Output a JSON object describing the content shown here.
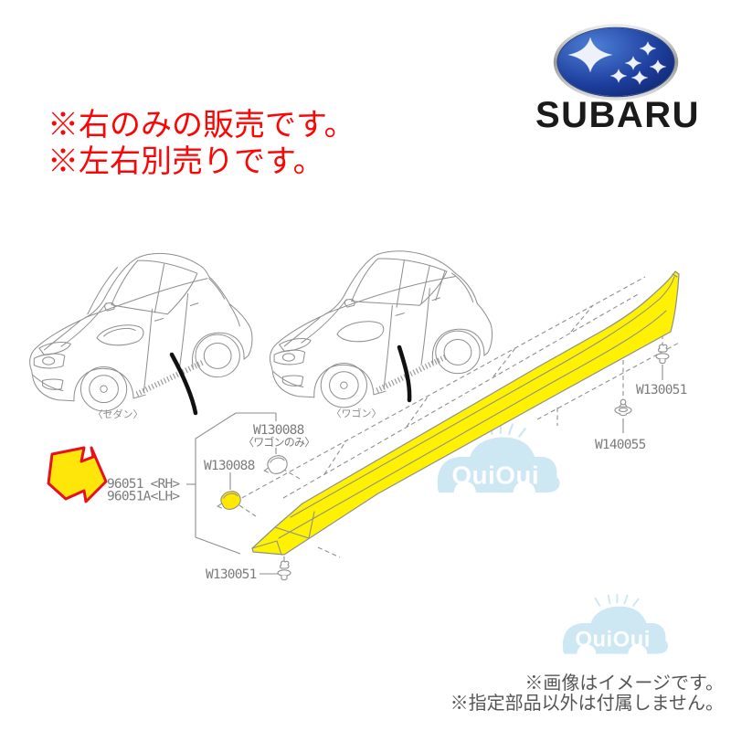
{
  "notice": {
    "line1": "※右のみの販売です。",
    "line2": "※左右別売りです。"
  },
  "brand": {
    "name": "SUBARU",
    "logo": "subaru-six-stars-oval"
  },
  "diagram": {
    "sedan_label": "〈セダン〉",
    "wagon_label": "〈ワゴン〉",
    "labels": {
      "clip_wagon_number": "W130088",
      "clip_wagon_note": "〈ワゴンのみ〉",
      "clip_number": "W130088",
      "part_rh": "96051 <RH>",
      "part_lh": "96051A<LH>",
      "screw_front": "W130051",
      "screw_rear": "W130051",
      "clip_rear": "W140055"
    }
  },
  "watermark": {
    "text": "OuiOui"
  },
  "footer": {
    "line1": "※画像はイメージです。",
    "line2": "※指定部品以外は付属しません。"
  },
  "colors": {
    "highlight_yellow": "#FFF200",
    "arrow_yellow": "#FFE60A",
    "arrow_red": "#E8101A",
    "notice_red": "#FB0505",
    "label_gray": "#7C7C7C",
    "line_gray": "#8D8D8D",
    "footer_gray": "#565656",
    "watermark_blue": "#CDE7F3",
    "logotype_black": "#1A1A1A"
  }
}
